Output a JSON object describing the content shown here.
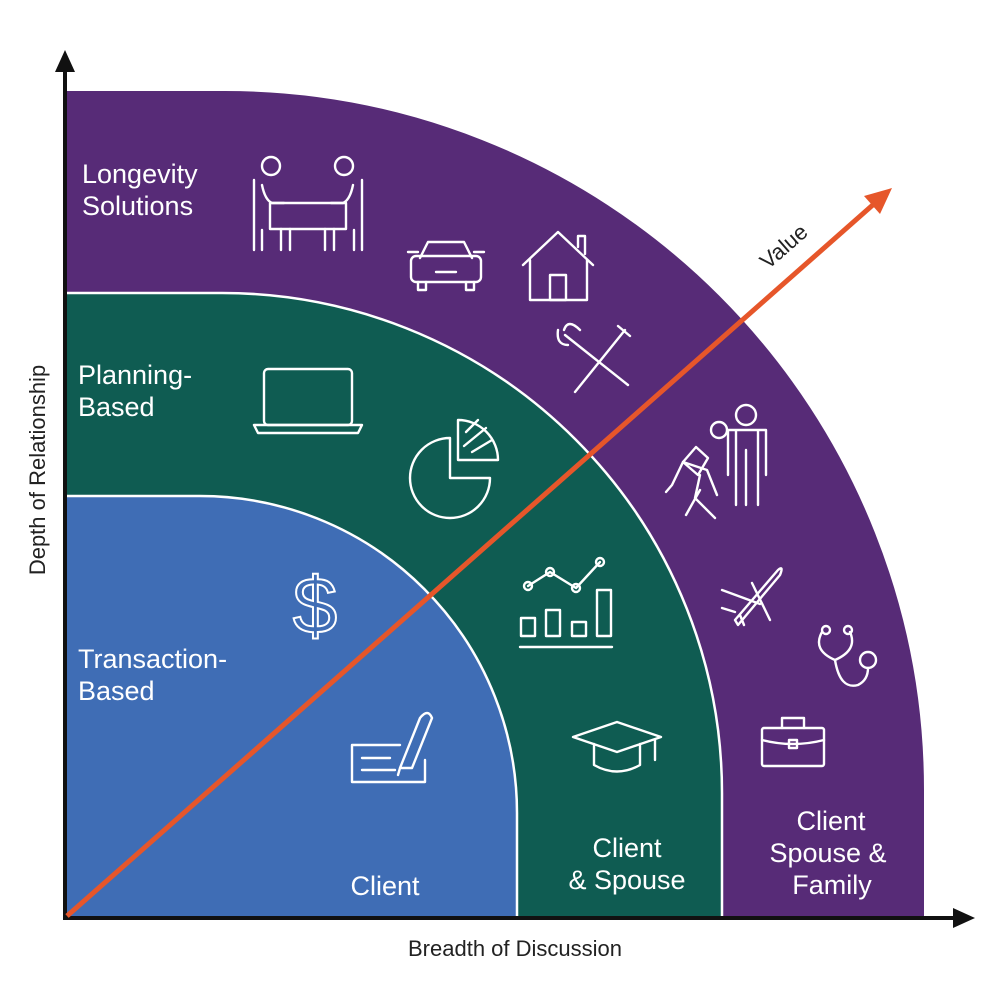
{
  "tiers": [
    {
      "name": "Longevity Solutions",
      "lines": [
        "Longevity",
        "Solutions"
      ],
      "audience_lines": [
        "Client",
        "Spouse &",
        "Family"
      ],
      "color": "#572b77"
    },
    {
      "name": "Planning-Based",
      "lines": [
        "Planning-",
        "Based"
      ],
      "audience_lines": [
        "Client",
        "& Spouse"
      ],
      "color": "#0f5c52"
    },
    {
      "name": "Transaction-Based",
      "lines": [
        "Transaction-",
        "Based"
      ],
      "audience_lines": [
        "Client"
      ],
      "color": "#3f6db5"
    }
  ],
  "axes": {
    "x_label": "Breadth of Discussion",
    "y_label": "Depth of Relationship",
    "diagonal_label": "Value",
    "diagonal_color": "#e6562a"
  },
  "icons": {
    "longevity": [
      "meeting-table-icon",
      "car-icon",
      "house-icon",
      "tools-icon",
      "family-kite-icon",
      "airplane-icon",
      "stethoscope-icon",
      "briefcase-icon"
    ],
    "planning": [
      "laptop-icon",
      "pie-chart-icon",
      "bar-line-chart-icon",
      "graduation-cap-icon"
    ],
    "transaction": [
      "dollar-icon",
      "check-signing-icon"
    ]
  }
}
